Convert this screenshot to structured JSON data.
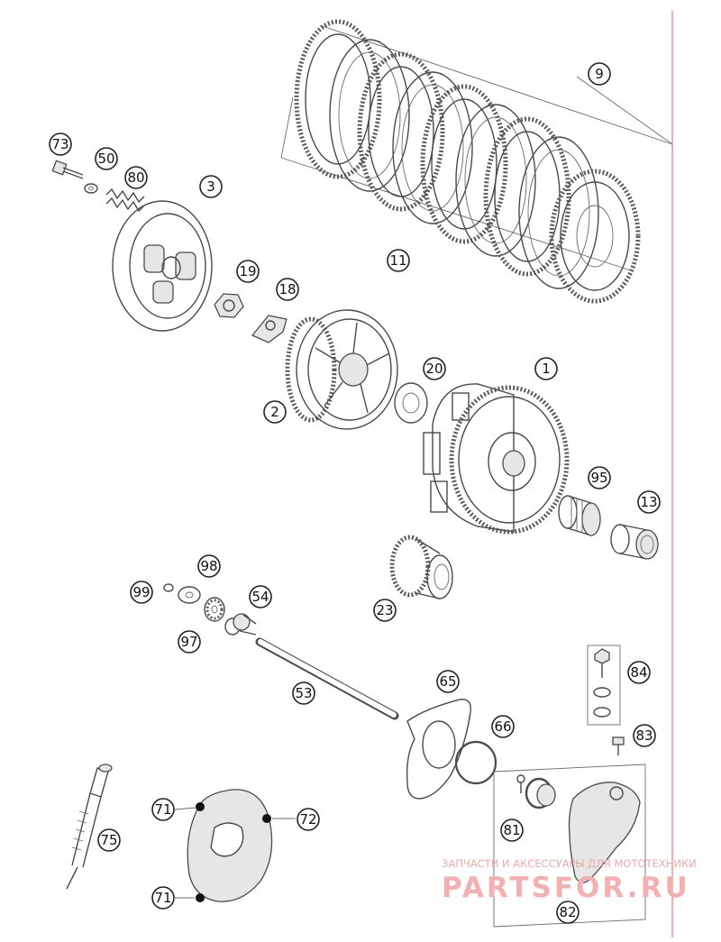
{
  "callouts": [
    {
      "id": "9",
      "label": "9"
    },
    {
      "id": "73",
      "label": "73"
    },
    {
      "id": "50",
      "label": "50"
    },
    {
      "id": "80",
      "label": "80"
    },
    {
      "id": "3",
      "label": "3"
    },
    {
      "id": "11",
      "label": "11"
    },
    {
      "id": "19",
      "label": "19"
    },
    {
      "id": "18",
      "label": "18"
    },
    {
      "id": "20",
      "label": "20"
    },
    {
      "id": "1",
      "label": "1"
    },
    {
      "id": "2",
      "label": "2"
    },
    {
      "id": "95",
      "label": "95"
    },
    {
      "id": "13",
      "label": "13"
    },
    {
      "id": "98",
      "label": "98"
    },
    {
      "id": "99",
      "label": "99"
    },
    {
      "id": "54",
      "label": "54"
    },
    {
      "id": "23",
      "label": "23"
    },
    {
      "id": "97",
      "label": "97"
    },
    {
      "id": "84",
      "label": "84"
    },
    {
      "id": "53",
      "label": "53"
    },
    {
      "id": "65",
      "label": "65"
    },
    {
      "id": "66",
      "label": "66"
    },
    {
      "id": "83",
      "label": "83"
    },
    {
      "id": "71a",
      "label": "71"
    },
    {
      "id": "72",
      "label": "72"
    },
    {
      "id": "75",
      "label": "75"
    },
    {
      "id": "81",
      "label": "81"
    },
    {
      "id": "71b",
      "label": "71"
    },
    {
      "id": "82",
      "label": "82"
    }
  ],
  "watermark": {
    "tagline": "ЗАПЧАСТИ И АКСЕССУАРЫ ДЛЯ МОТОТЕХНИКИ",
    "brand": "PARTSFOR.RU"
  },
  "colors": {
    "edge_line": "#f08080",
    "line_art": "#4a4a4a",
    "watermark": "#f4b0b0"
  }
}
